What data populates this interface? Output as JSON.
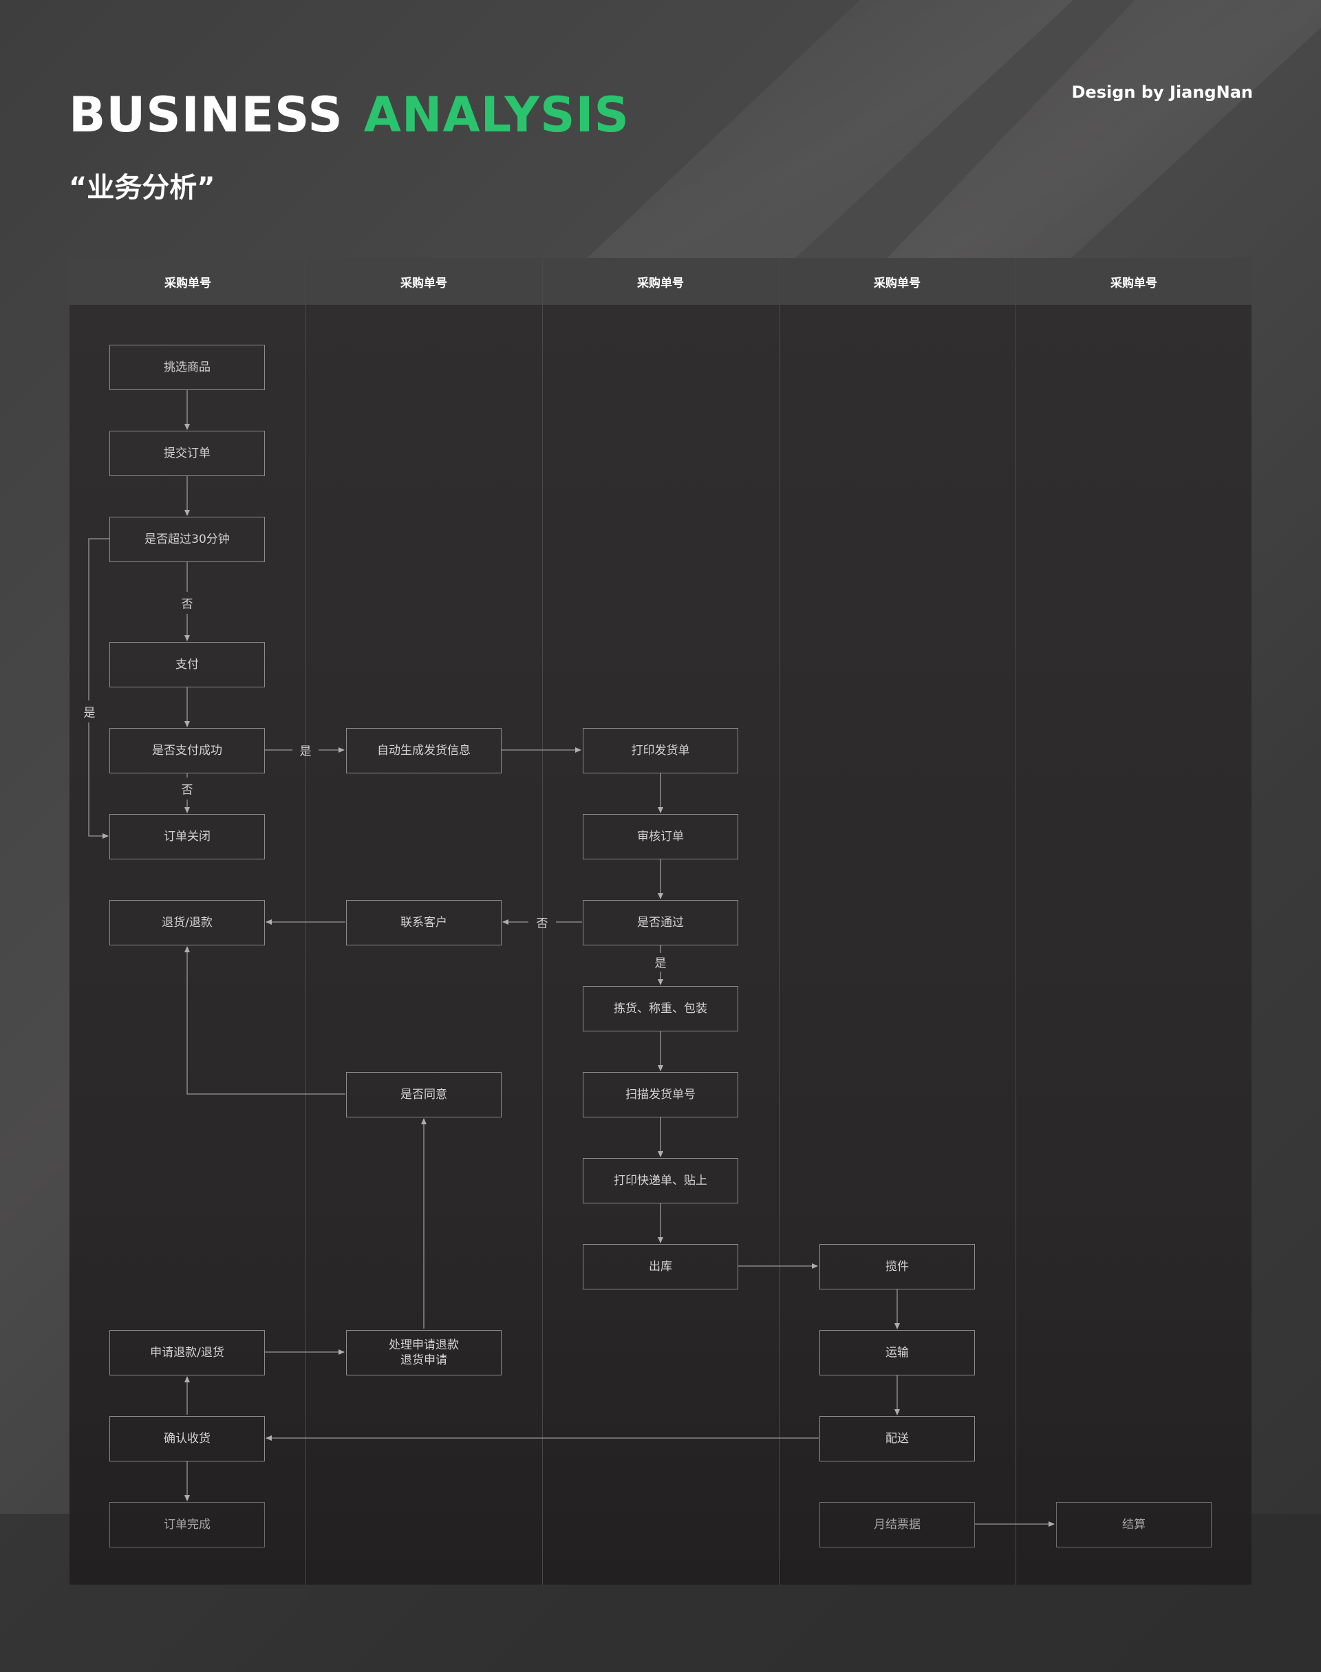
{
  "header": {
    "title_word1": "BUSINESS",
    "title_word2": "ANALYSIS",
    "subtitle": "“业务分析”",
    "credit": "Design by JiangNan",
    "accent_color": "#2bc46e"
  },
  "lanes": [
    "采购单号",
    "采购单号",
    "采购单号",
    "采购单号",
    "采购单号"
  ],
  "nodes": {
    "select_goods": "挑选商品",
    "submit_order": "提交订单",
    "over_30min": "是否超过30分钟",
    "pay": "支付",
    "pay_success": "是否支付成功",
    "order_closed": "订单关闭",
    "return_refund": "退货/退款",
    "auto_shipping_info": "自动生成发货信息",
    "contact_customer": "联系客户",
    "agree": "是否同意",
    "handle_request_line1": "处理申请退款",
    "handle_request_line2": "退货申请",
    "print_shipping_slip": "打印发货单",
    "review_order": "审核订单",
    "approved": "是否通过",
    "pick_weigh_pack": "拣货、称重、包装",
    "scan_shipping_no": "扫描发货单号",
    "print_express_label": "打印快递单、贴上",
    "outbound": "出库",
    "pickup": "揽件",
    "transport": "运输",
    "delivery": "配送",
    "apply_refund": "申请退款/退货",
    "confirm_receipt": "确认收货",
    "order_complete": "订单完成",
    "monthly_invoice": "月结票据",
    "settlement": "结算"
  },
  "edge_labels": {
    "no": "否",
    "yes": "是"
  }
}
